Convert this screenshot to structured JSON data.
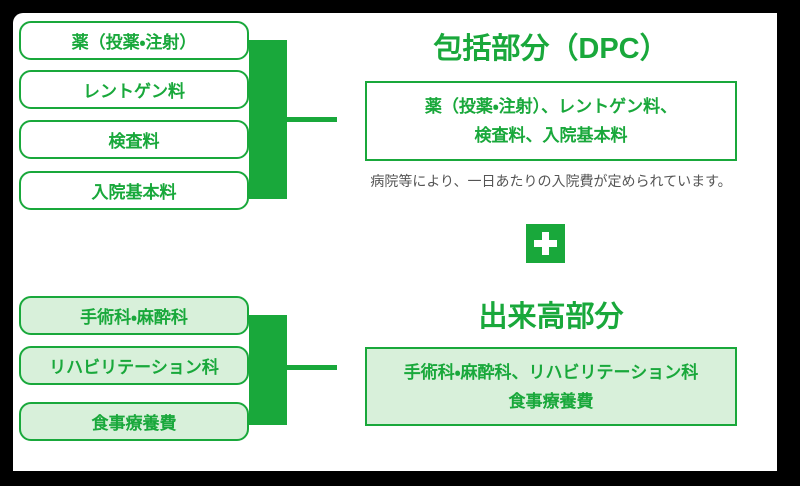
{
  "palette": {
    "green": "#19a83b",
    "light_green": "#d8f0da",
    "gray_text": "#555555",
    "frame": "#000000"
  },
  "left_top_group": {
    "items": [
      {
        "label": "薬（投薬・注射）"
      },
      {
        "label": "レントゲン料"
      },
      {
        "label": "検査料"
      },
      {
        "label": "入院基本料"
      }
    ]
  },
  "left_bottom_group": {
    "items": [
      {
        "label": "手術科・麻酔科"
      },
      {
        "label": "リハビリテーション科"
      },
      {
        "label": "食事療養費"
      }
    ]
  },
  "right_top": {
    "title": "包括部分（DPC）",
    "box_line1": "薬（投薬・注射）、レントゲン料、",
    "box_line2": "検査料、入院基本料",
    "note": "病院等により、一日あたりの入院費が定められています。"
  },
  "separator": {
    "icon": "plus"
  },
  "right_bottom": {
    "title": "出来高部分",
    "box_line1": "手術科・麻酔科、リハビリテーション科",
    "box_line2": "食事療養費"
  }
}
